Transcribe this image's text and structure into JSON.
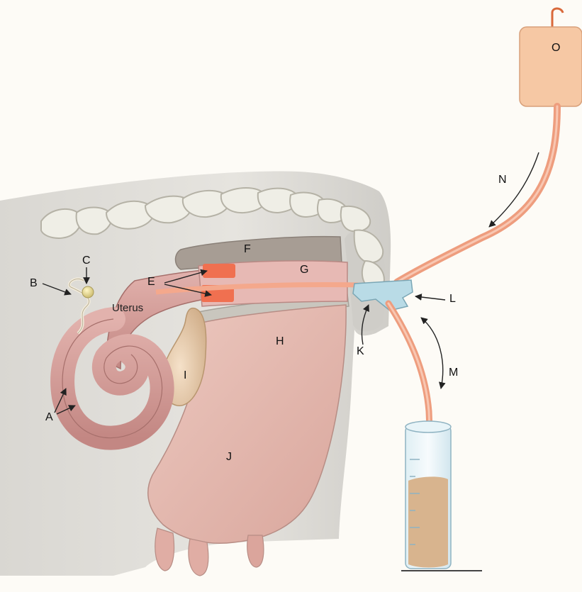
{
  "labels": {
    "A": "A",
    "B": "B",
    "C": "C",
    "E": "E",
    "F": "F",
    "G": "G",
    "H": "H",
    "I": "I",
    "J": "J",
    "K": "K",
    "L": "L",
    "M": "M",
    "N": "N",
    "O": "O",
    "uterus": "Uterus"
  },
  "colors": {
    "body": "#e4e2dd",
    "bone": "#ecebe2",
    "tissue_pink": "#d9a3a0",
    "udder": "#e6b9b0",
    "tube": "#f2a98c",
    "bag": "#f6c8a4",
    "valve": "#b9dbe6",
    "highlight": "#f07050",
    "fluid": "#d8b48e"
  }
}
